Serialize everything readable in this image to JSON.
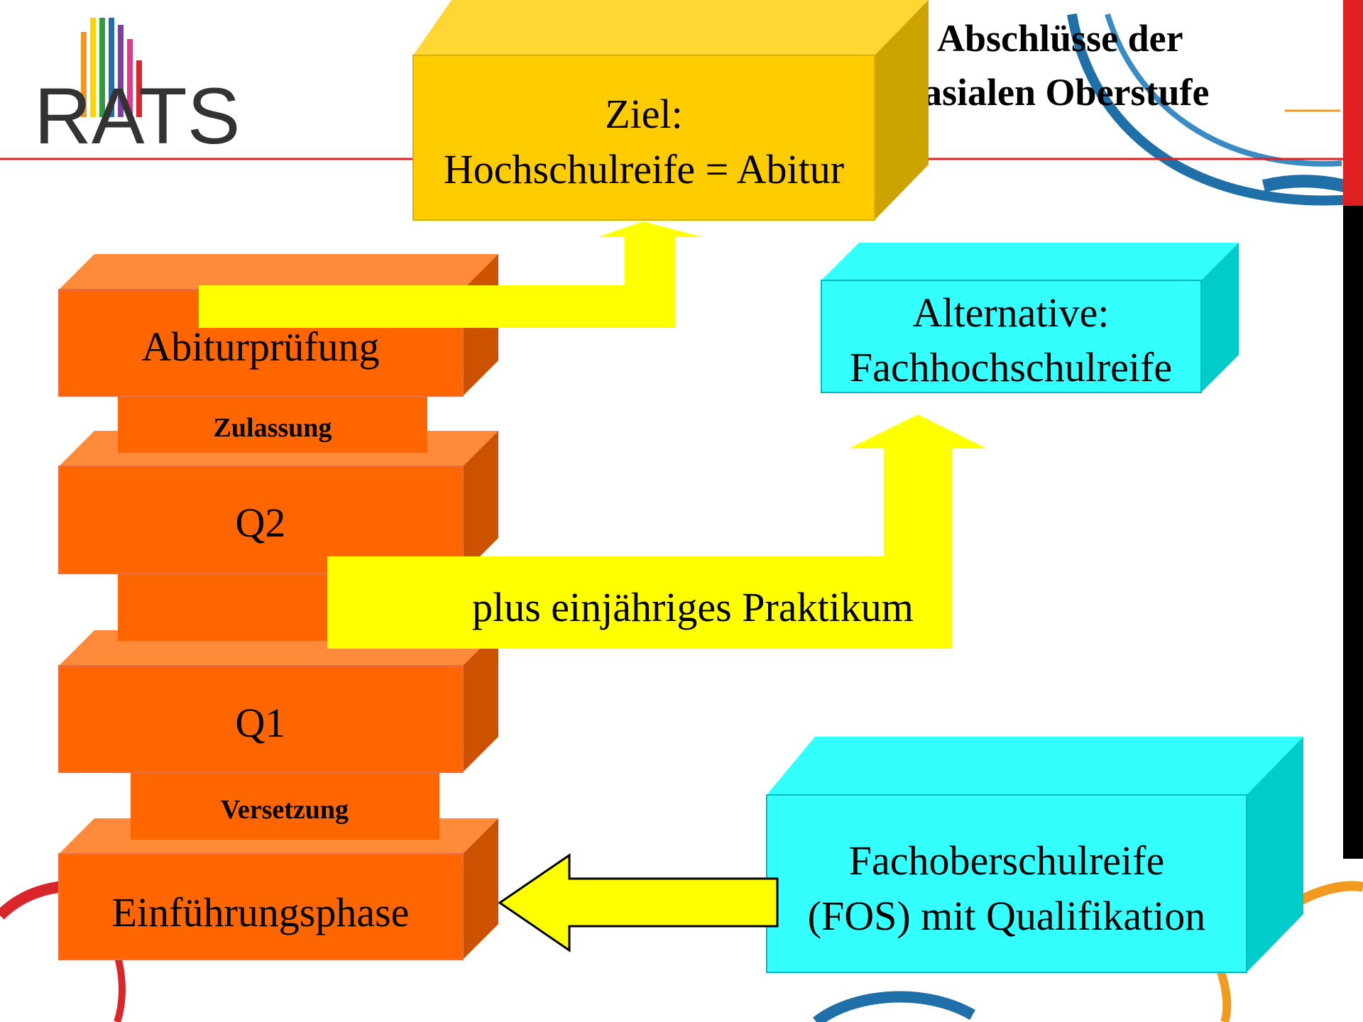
{
  "logo": {
    "text": "RATS"
  },
  "slide": {
    "title_line1": "Abschlüsse der",
    "title_line2": "nasialen Oberstufe"
  },
  "goal": {
    "line1": "Ziel:",
    "line2": "Hochschulreife = Abitur"
  },
  "alternative": {
    "line1": "Alternative:",
    "line2": "Fachhochschulreife"
  },
  "stack": {
    "abiturpruefung": "Abiturprüfung",
    "zulassung": "Zulassung",
    "q2": "Q2",
    "q1": "Q1",
    "versetzung": "Versetzung",
    "einfuehrungsphase": "Einführungsphase"
  },
  "praktikum": "plus einjähriges Praktikum",
  "fos": {
    "line1": "Fachoberschulreife",
    "line2": "(FOS) mit Qualifikation"
  },
  "colors": {
    "orange_front": "#FF6600",
    "orange_top": "#FF8A3A",
    "orange_side": "#CC5200",
    "gold_front": "#FFCC00",
    "gold_top": "#FFD633",
    "gold_side": "#CCA300",
    "cyan_front": "#33FFFF",
    "cyan_side": "#00CCCC",
    "arrow_yellow": "#FFFF00",
    "rule_red": "#E02020",
    "swirl_blue": "#1F6FA8",
    "swirl_orange": "#F29A1F",
    "swirl_red": "#D9262B"
  }
}
